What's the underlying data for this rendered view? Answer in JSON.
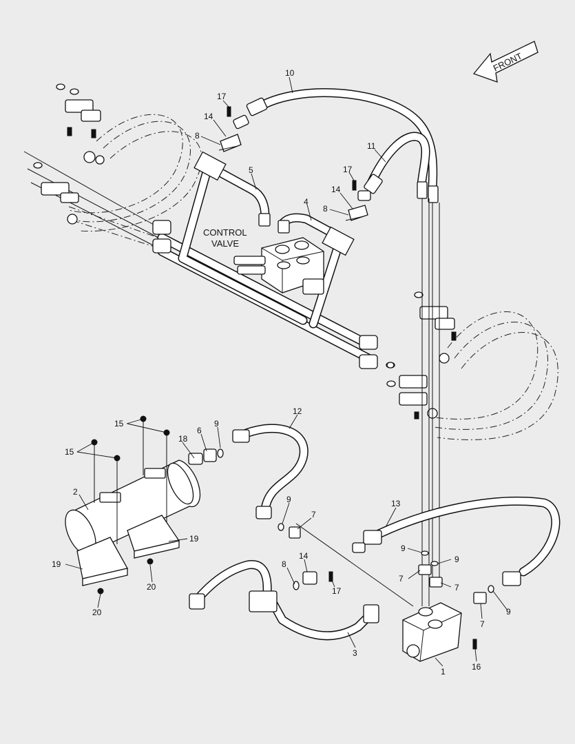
{
  "diagram": {
    "front_label": "FRONT",
    "control_valve_line1": "CONTROL",
    "control_valve_line2": "VALVE",
    "callouts": [
      {
        "id": "c10",
        "text": "10"
      },
      {
        "id": "c17a",
        "text": "17"
      },
      {
        "id": "c14a",
        "text": "14"
      },
      {
        "id": "c8a",
        "text": "8"
      },
      {
        "id": "c5",
        "text": "5"
      },
      {
        "id": "c11",
        "text": "11"
      },
      {
        "id": "c17b",
        "text": "17"
      },
      {
        "id": "c14b",
        "text": "14"
      },
      {
        "id": "c8b",
        "text": "8"
      },
      {
        "id": "c4",
        "text": "4"
      },
      {
        "id": "c15a",
        "text": "15"
      },
      {
        "id": "c15b",
        "text": "15"
      },
      {
        "id": "c18",
        "text": "18"
      },
      {
        "id": "c6",
        "text": "6"
      },
      {
        "id": "c9a",
        "text": "9"
      },
      {
        "id": "c12",
        "text": "12"
      },
      {
        "id": "c2",
        "text": "2"
      },
      {
        "id": "c9b",
        "text": "9"
      },
      {
        "id": "c7a",
        "text": "7"
      },
      {
        "id": "c13",
        "text": "13"
      },
      {
        "id": "c19a",
        "text": "19"
      },
      {
        "id": "c19b",
        "text": "19"
      },
      {
        "id": "c14c",
        "text": "14"
      },
      {
        "id": "c8c",
        "text": "8"
      },
      {
        "id": "c17c",
        "text": "17"
      },
      {
        "id": "c20a",
        "text": "20"
      },
      {
        "id": "c20b",
        "text": "20"
      },
      {
        "id": "c9c",
        "text": "9"
      },
      {
        "id": "c9d",
        "text": "9"
      },
      {
        "id": "c7b",
        "text": "7"
      },
      {
        "id": "c7c",
        "text": "7"
      },
      {
        "id": "c9e",
        "text": "9"
      },
      {
        "id": "c7d",
        "text": "7"
      },
      {
        "id": "c3",
        "text": "3"
      },
      {
        "id": "c16",
        "text": "16"
      },
      {
        "id": "c1",
        "text": "1"
      }
    ]
  }
}
